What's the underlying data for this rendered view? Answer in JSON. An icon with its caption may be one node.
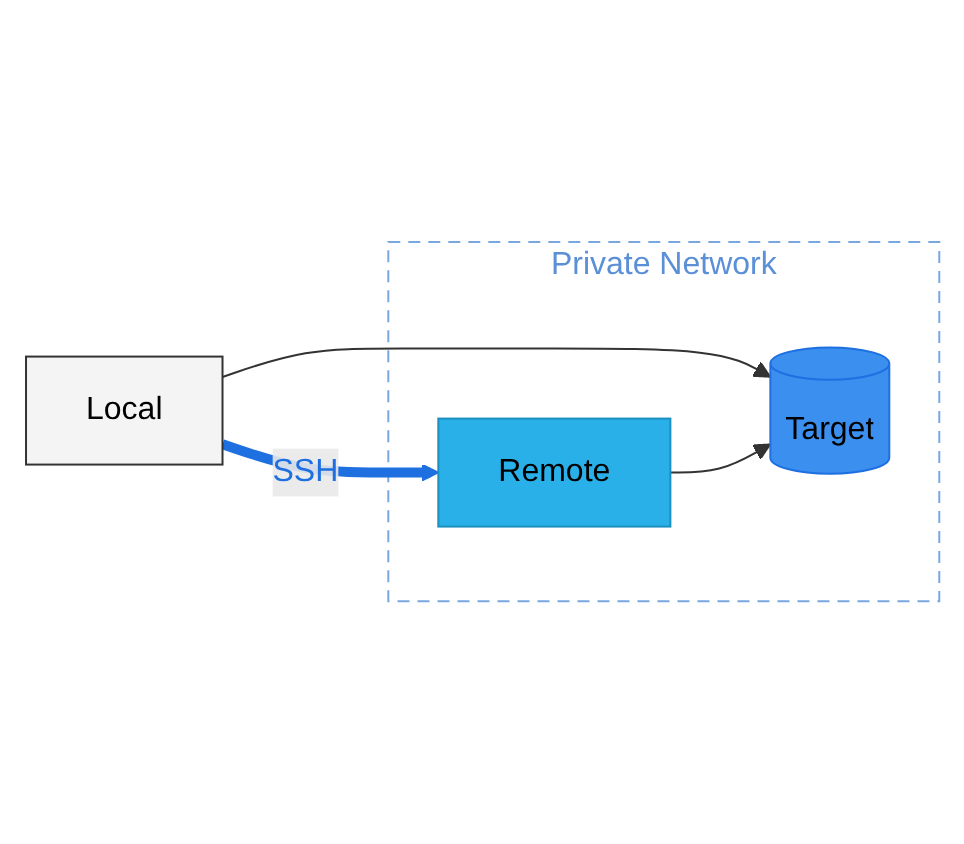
{
  "diagram": {
    "nodes": [
      {
        "text": [
          "Private Network"
        ]
      },
      {
        "text": [
          "Target"
        ],
        "in": 0
      },
      {
        "text": [
          "Remote"
        ],
        "in": 0
      },
      {
        "text": [
          "Local"
        ]
      }
    ],
    "edges": [
      {
        "from": 3,
        "to": 1,
        "arrow": "to"
      },
      {
        "from": 3,
        "to": 2,
        "arrow": "to",
        "label": "SSH",
        "style": "thick",
        "color": "#1e6fe0"
      },
      {
        "from": 2,
        "to": 1,
        "arrow": "to"
      }
    ]
  }
}
